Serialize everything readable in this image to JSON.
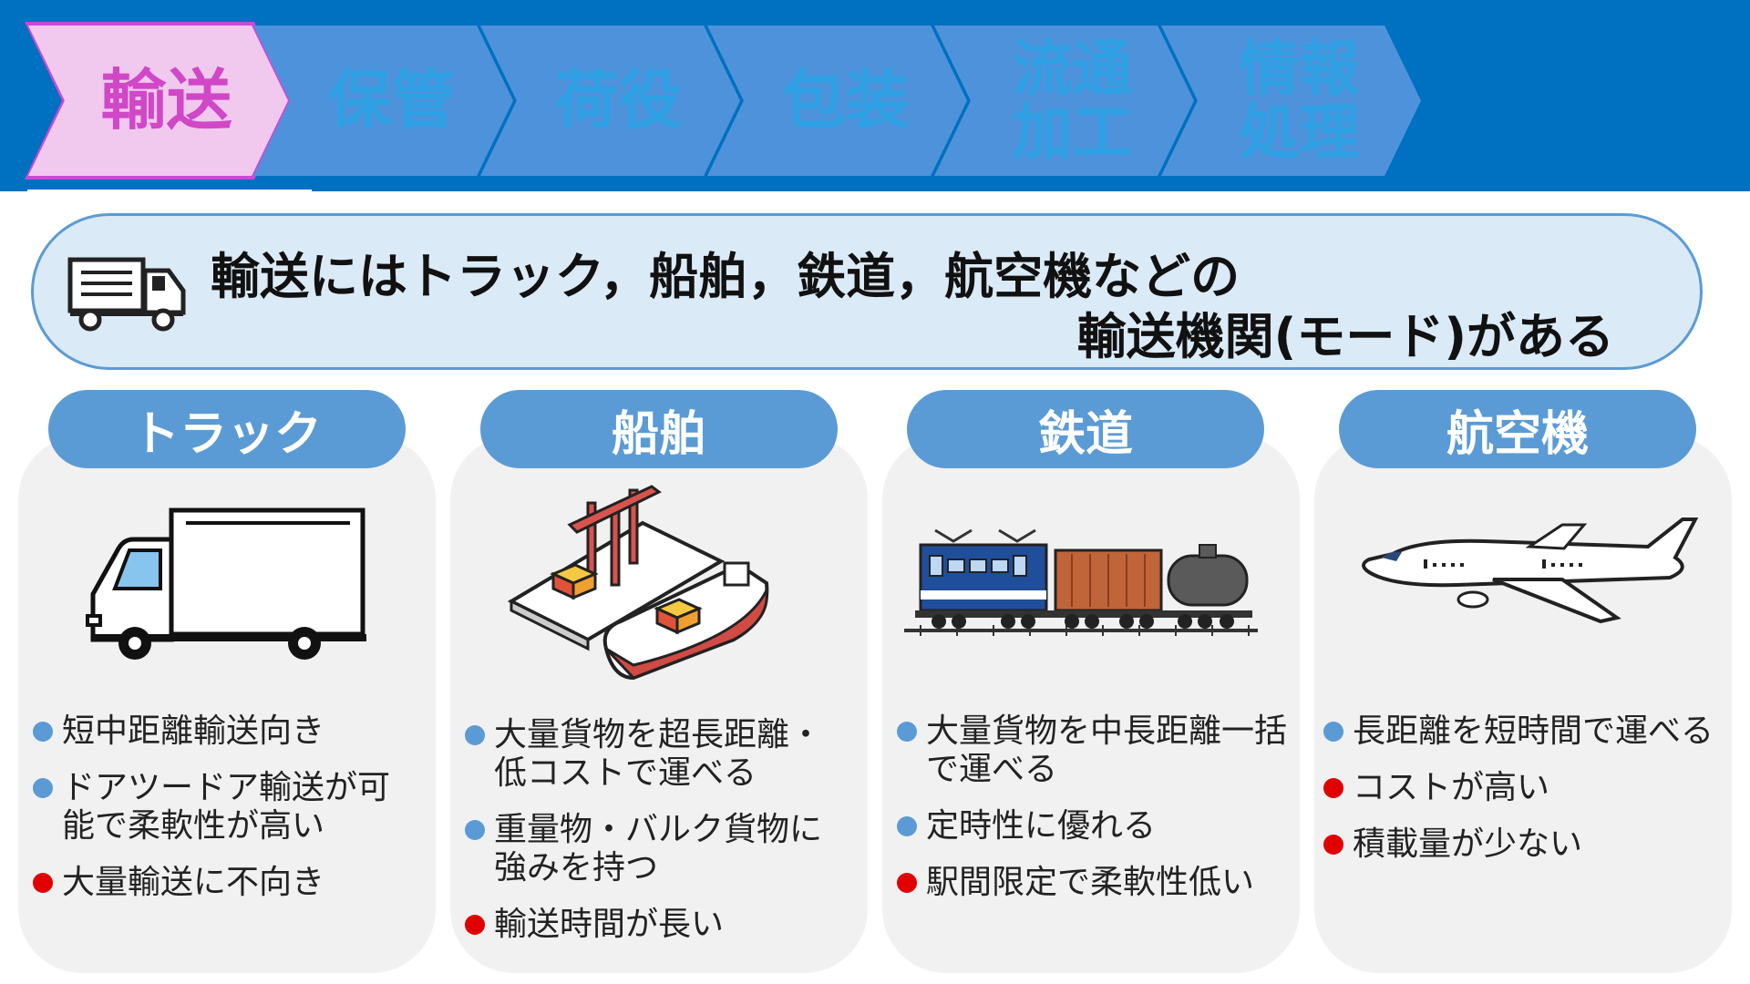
{
  "nav": {
    "steps": [
      {
        "label": "輸送",
        "active": true
      },
      {
        "label": "保管",
        "active": false
      },
      {
        "label": "荷役",
        "active": false
      },
      {
        "label": "包装",
        "active": false
      },
      {
        "label": "流通\n加工",
        "active": false
      },
      {
        "label": "情報\n処理",
        "active": false
      }
    ]
  },
  "headline": {
    "line1": "輸送にはトラック，船舶，鉄道，航空機などの",
    "line2": "輸送機関(モード)がある"
  },
  "modes": [
    {
      "title": "トラック",
      "points": [
        {
          "text": "短中距離輸送向き",
          "kind": "merit"
        },
        {
          "text": "ドアツードア輸送が可能で柔軟性が高い",
          "kind": "merit"
        },
        {
          "text": "大量輸送に不向き",
          "kind": "demerit"
        }
      ]
    },
    {
      "title": "船舶",
      "points": [
        {
          "text": "大量貨物を超長距離・低コストで運べる",
          "kind": "merit"
        },
        {
          "text": "重量物・バルク貨物に強みを持つ",
          "kind": "merit"
        },
        {
          "text": "輸送時間が長い",
          "kind": "demerit"
        }
      ]
    },
    {
      "title": "鉄道",
      "points": [
        {
          "text": "大量貨物を中長距離一括で運べる",
          "kind": "merit"
        },
        {
          "text": "定時性に優れる",
          "kind": "merit"
        },
        {
          "text": "駅間限定で柔軟性低い",
          "kind": "demerit"
        }
      ]
    },
    {
      "title": "航空機",
      "points": [
        {
          "text": "長距離を短時間で運べる",
          "kind": "merit"
        },
        {
          "text": "コストが高い",
          "kind": "demerit"
        },
        {
          "text": "積載量が少ない",
          "kind": "demerit"
        }
      ]
    }
  ],
  "icons": {
    "headline": "truck-icon",
    "truck": "truck-illustration",
    "ship": "ship-port-illustration",
    "rail": "train-illustration",
    "air": "airplane-illustration"
  },
  "colors": {
    "banner": "#0070c0",
    "active_step": "#f1c8ee",
    "active_text": "#d047c7",
    "inactive_step": "#4f92dc",
    "pill": "#5b9bd5",
    "merit_dot": "#5b9bd5",
    "demerit_dot": "#e00000"
  }
}
